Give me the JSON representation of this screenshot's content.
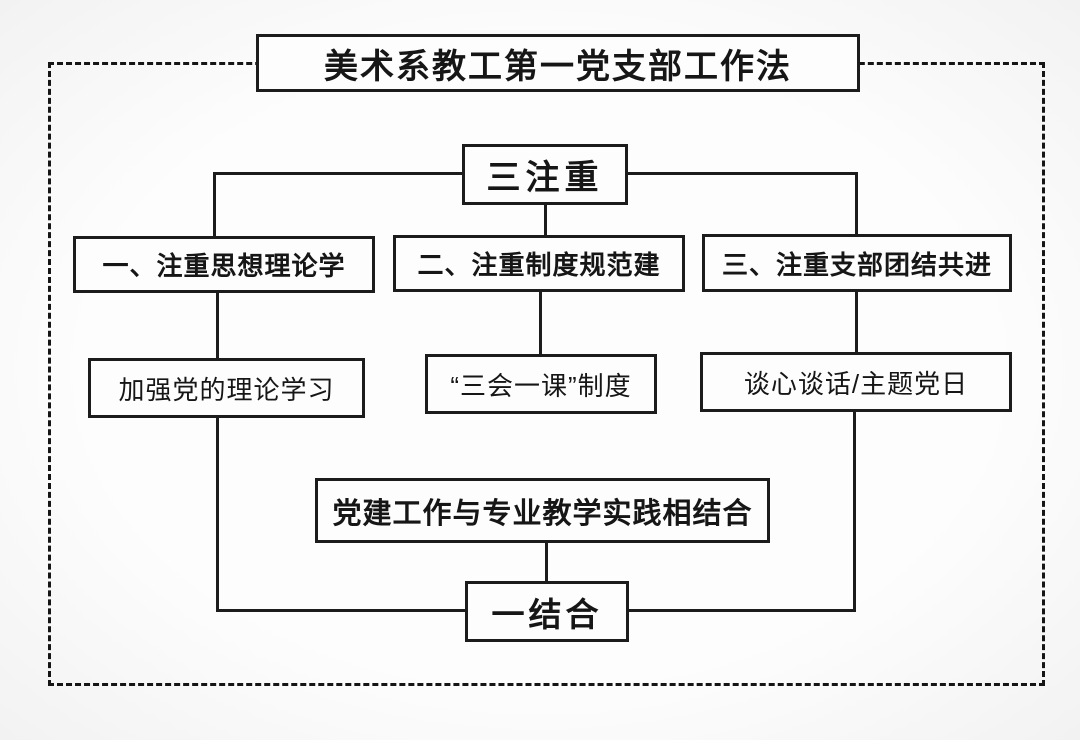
{
  "diagram": {
    "title": "美术系教工第一党支部工作法",
    "top_node": "三注重",
    "columns": [
      {
        "heading": "一、注重思想理论学",
        "detail": "加强党的理论学习"
      },
      {
        "heading": "二、注重制度规范建",
        "detail": "“三会一课”制度"
      },
      {
        "heading": "三、注重支部团结共进",
        "detail": "谈心谈话/主题党日"
      }
    ],
    "middle_node": "党建工作与专业教学实践相结合",
    "bottom_node": "一结合",
    "colors": {
      "line": "#1c1c1c",
      "background": "#fafafa",
      "box_background": "#fdfdfd"
    }
  }
}
